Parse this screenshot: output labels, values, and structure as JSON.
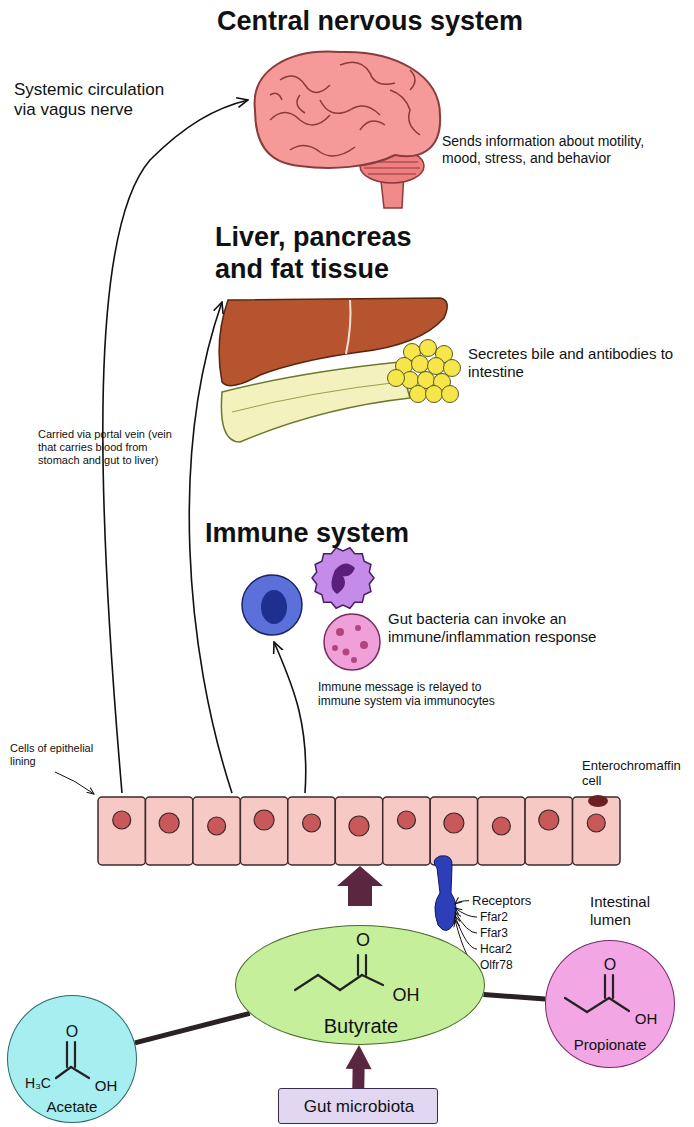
{
  "diagram": {
    "nodes": [
      {
        "text": [
          "O",
          "OH",
          "Butyrate"
        ]
      },
      {
        "text": [
          "O",
          "H₃C",
          "OH",
          "Acetate"
        ]
      },
      {
        "text": [
          "O",
          "OH",
          "Propionate"
        ]
      },
      {
        "text": [
          "Gut microbiota"
        ]
      }
    ],
    "edges": [
      {
        "from": 3,
        "to": 0,
        "arrow": "to"
      },
      {
        "from": 0,
        "to": 1,
        "arrow": "none"
      },
      {
        "from": 0,
        "to": 2,
        "arrow": "none"
      }
    ],
    "labels": [
      "Central nervous system",
      "Systemic circulation via vagus nerve",
      "Sends information about motility, mood, stress, and behavior",
      "Liver, pancreas and fat tissue",
      "Secretes bile and antibodies to intestine",
      "Carried via portal vein (vein that carries blood from stomach and gut to liver)",
      "Immune system",
      "Gut bacteria can invoke an immune/inflammation response",
      "Immune message is relayed to immune system via immunocytes",
      "Cells of epithelial lining",
      "Enterochromaffin cell",
      "Receptors",
      "Ffar2",
      "Ffar3",
      "Hcar2",
      "Olfr78",
      "Intestinal lumen"
    ]
  }
}
